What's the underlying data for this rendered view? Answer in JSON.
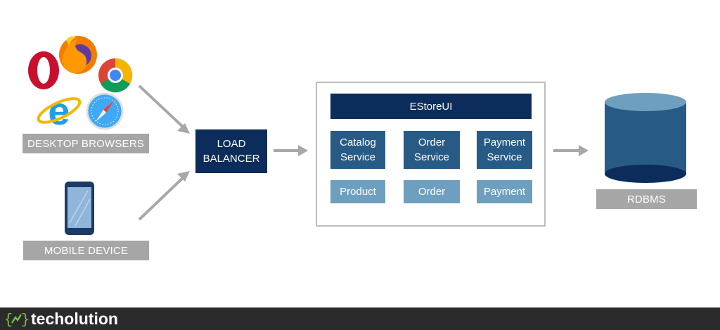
{
  "clients": {
    "desktop_label": "DESKTOP BROWSERS",
    "mobile_label": "MOBILE DEVICE",
    "browser_icons": [
      "opera-icon",
      "firefox-icon",
      "chrome-icon",
      "internet-explorer-icon",
      "safari-icon"
    ],
    "device_icon": "smartphone-icon"
  },
  "load_balancer": {
    "line1": "LOAD",
    "line2": "BALANCER"
  },
  "app": {
    "ui_label": "EStoreUI",
    "services": [
      {
        "line1": "Catalog",
        "line2": "Service"
      },
      {
        "line1": "Order",
        "line2": "Service"
      },
      {
        "line1": "Payment",
        "line2": "Service"
      }
    ],
    "data": [
      "Product",
      "Order",
      "Payment"
    ]
  },
  "database": {
    "label": "RDBMS",
    "icon": "database-cylinder-icon"
  },
  "footer": {
    "brand": "techolution",
    "logo_icon": "curly-brace-logo-icon"
  },
  "colors": {
    "dark_navy": "#0c2d5b",
    "service_blue": "#275b86",
    "data_blue": "#6f9fbf",
    "label_gray": "#a6a6a6",
    "arrow_gray": "#a8a8a8",
    "footer_bg": "#2b2b2b",
    "logo_green": "#7dc242"
  }
}
